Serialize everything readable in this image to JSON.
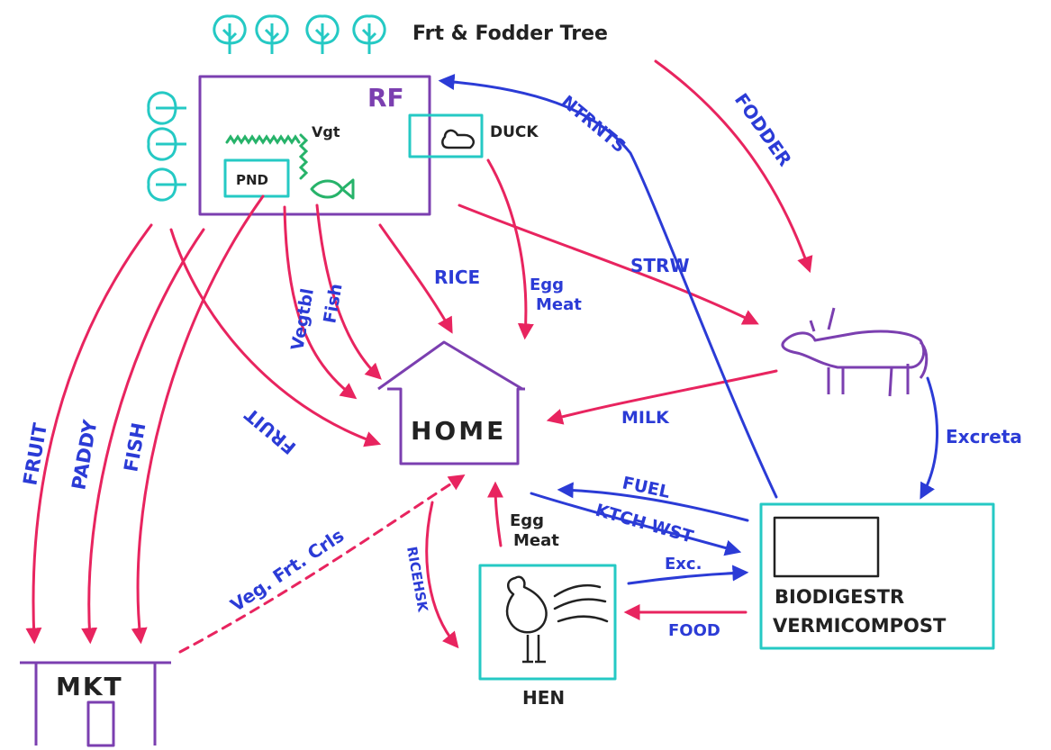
{
  "nodes": {
    "trees_label": "Frt & Fodder Tree",
    "rf": "RF",
    "vgt": "Vgt",
    "pnd": "PND",
    "duck": "DUCK",
    "home": "HOME",
    "mkt": "MKT",
    "hen": "HEN",
    "biodigester": "BIODIGESTR",
    "vermicompost": "VERMICOMPOST"
  },
  "edges": {
    "fodder": "FODDER",
    "ntrnts": "NTRNTS",
    "strw": "STRW",
    "egg_meat_duck": [
      "Egg",
      "Meat"
    ],
    "rice": "RICE",
    "vegtbl": "Vegtbl",
    "fish_home": "Fish",
    "fruit_home": "FRUIT",
    "milk": "MILK",
    "excreta": "Excreta",
    "fuel": "FUEL",
    "ktch_wst": "KTCH WST",
    "egg_meat_hen": [
      "Egg",
      "Meat"
    ],
    "rice_hsk": "RICEHSK",
    "exc": "Exc.",
    "food": "FOOD",
    "fruit_mkt": "FRUIT",
    "paddy_mkt": "PADDY",
    "fish_mkt": "FISH",
    "veg_frt_crls": "Veg. Frt. Crls"
  },
  "colors": {
    "red_arrow": "#e8245f",
    "blue_arrow": "#2b3bd6",
    "purple_box": "#7b3fb0",
    "cyan_box": "#25c9c4",
    "label_blue": "#2b3bd6"
  }
}
